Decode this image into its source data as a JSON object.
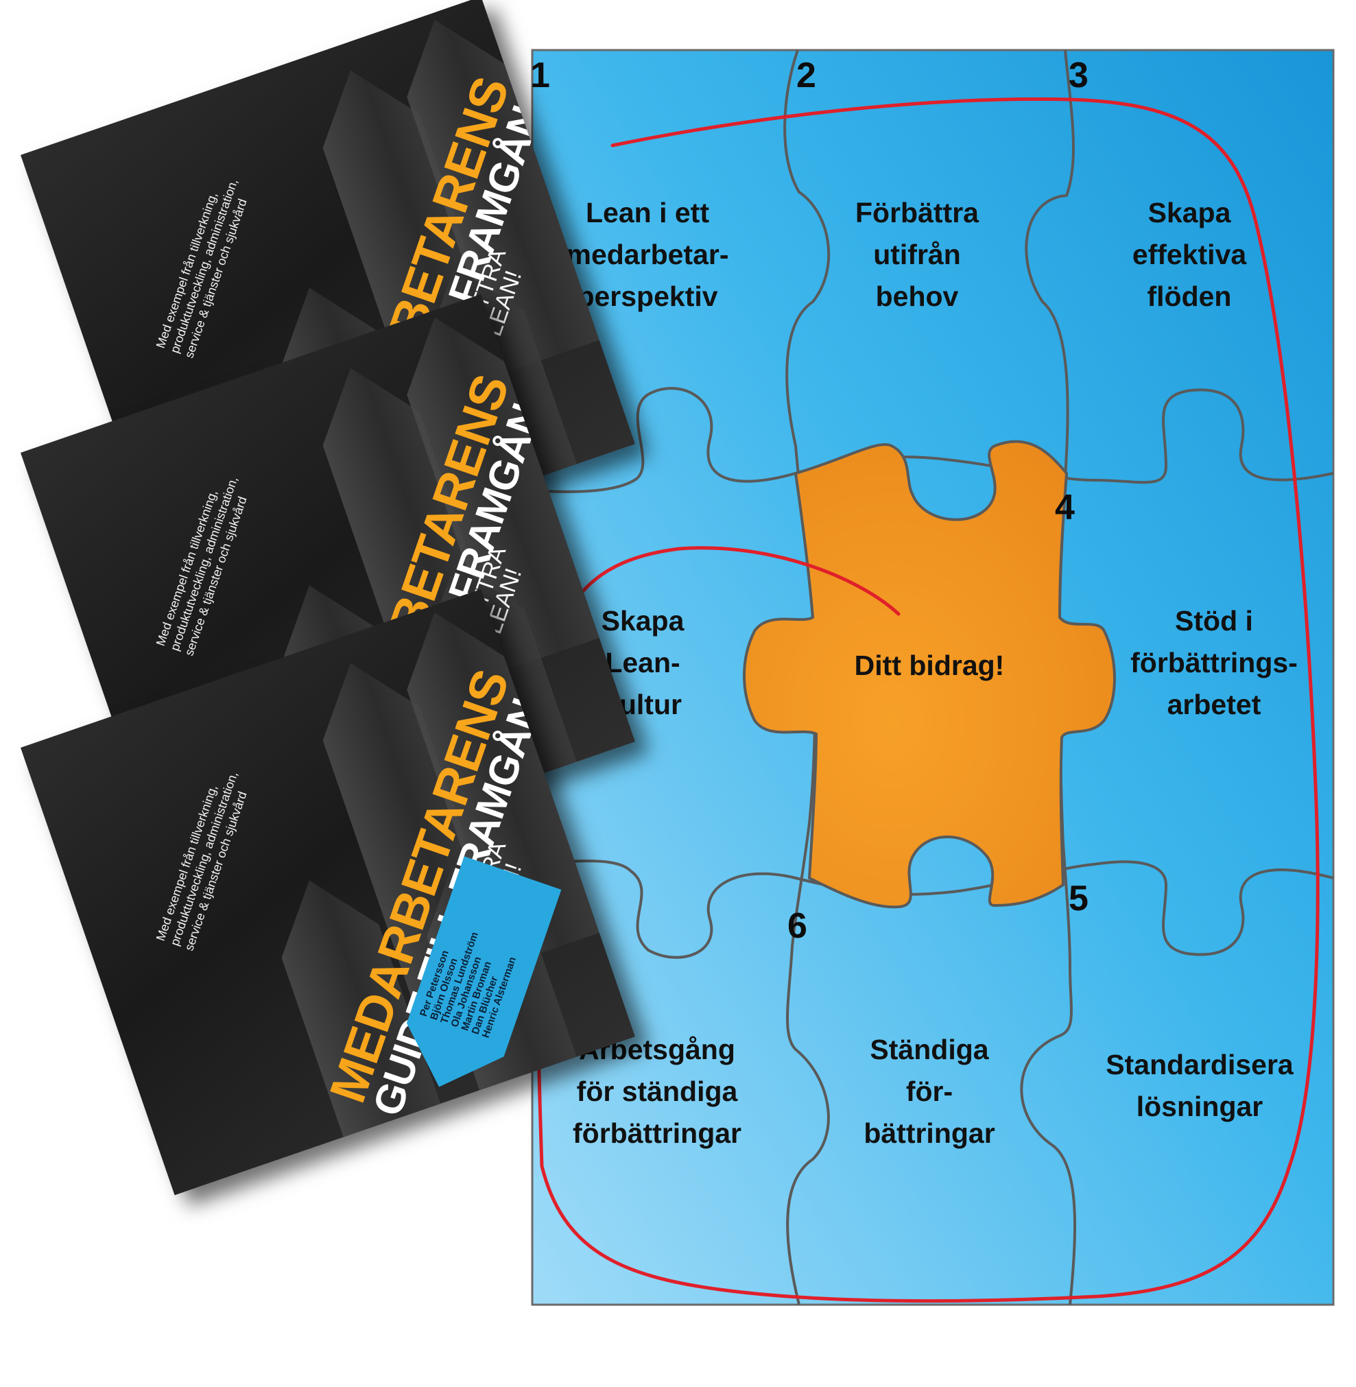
{
  "colors": {
    "panel_light": "#8fd3f7",
    "panel_dark": "#1a9ee0",
    "center_piece": "#f29422",
    "piece_outline": "#5a5a5a",
    "red_line": "#e0202a",
    "cover_bg": "#1e1e1e",
    "cover_title": "#f7a51b",
    "cover_blue": "#29a8e0"
  },
  "book": {
    "title_line1": "MEDARBETARENS",
    "title_line2": "GUIDE TILL FRAMGÅNG",
    "subtitle_line1": "FÖRBÄTTRA",
    "subtitle_line2": "MED LEAN!",
    "blurb": "Med exempel från tillverkning, produktutveckling, administration, service & tjänster och sjukvård",
    "authors": [
      "Per Petersson",
      "Björn Olsson",
      "Thomas Lundström",
      "Ola Johansson",
      "Martin Broman",
      "Dan Blücher",
      "Henric Alsterman"
    ]
  },
  "puzzle": {
    "pieces": [
      {
        "number": "1",
        "lines": [
          "Lean i ett",
          "medarbetar-",
          "perspektiv"
        ]
      },
      {
        "number": "2",
        "lines": [
          "Förbättra",
          "utifrån",
          "behov"
        ]
      },
      {
        "number": "3",
        "lines": [
          "Skapa",
          "effektiva",
          "flöden"
        ]
      },
      {
        "number": "4",
        "lines": [
          "Stöd i",
          "förbättrings-",
          "arbetet"
        ]
      },
      {
        "number": "5",
        "lines": [
          "Standardisera",
          "lösningar"
        ]
      },
      {
        "number": "6",
        "lines": [
          "Ständiga",
          "för-",
          "bättringar"
        ]
      },
      {
        "number": "",
        "lines": [
          "Skapa",
          "Lean-",
          "kultur"
        ]
      },
      {
        "number": "",
        "lines": [
          "Arbetsgång",
          "för ständiga",
          "förbättringar"
        ]
      }
    ],
    "center_label": "Ditt bidrag!"
  }
}
